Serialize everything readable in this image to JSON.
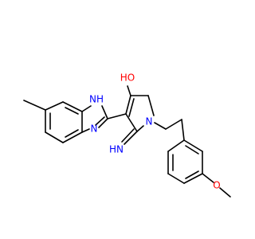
{
  "molecule": {
    "atom_labels": {
      "ho": "HO",
      "nh_imidazole": "NH",
      "n_imidazole": "N",
      "n_pyrroline": "N",
      "hn_imine": "HN",
      "o_methoxy": "O"
    },
    "colors": {
      "nitrogen": "#0000ff",
      "oxygen": "#ff0000",
      "bond": "#000000",
      "background": "#ffffff"
    }
  }
}
